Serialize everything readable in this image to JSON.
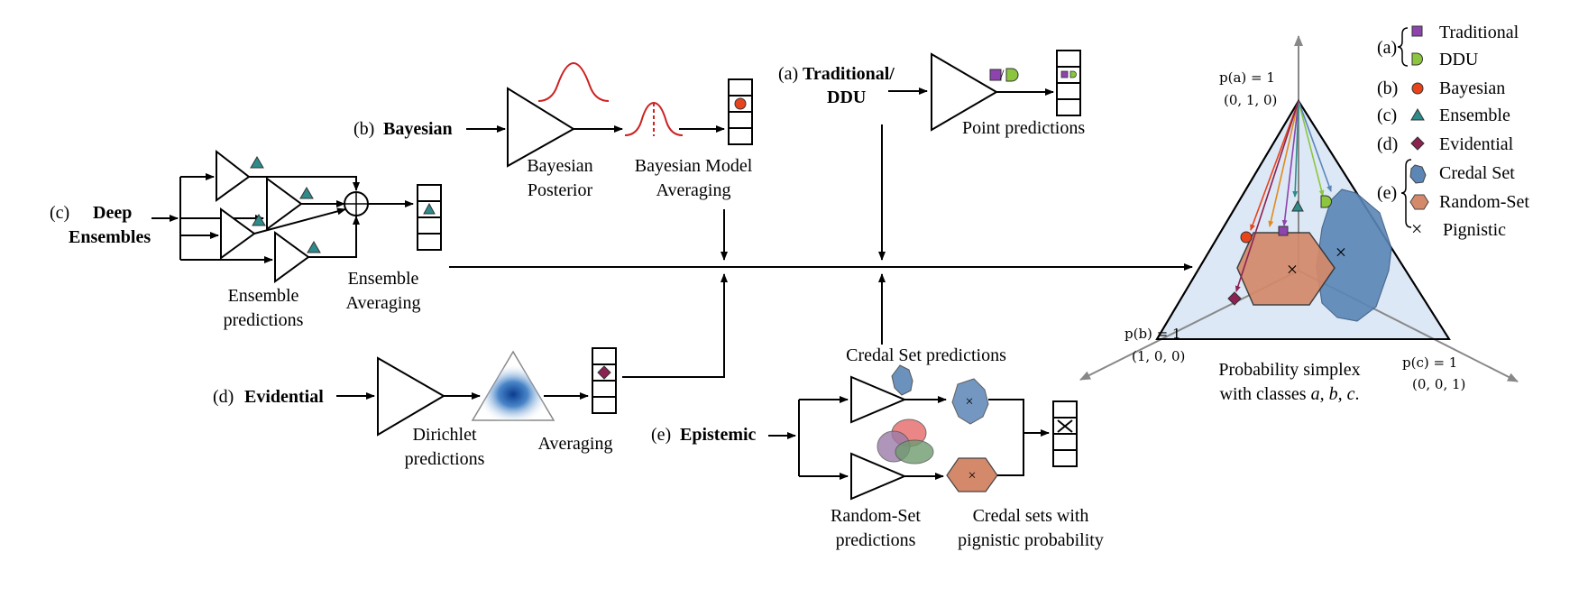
{
  "colors": {
    "traditional": "#8e44ad",
    "ddu": "#8cc63f",
    "bayesian": "#e8431a",
    "ensemble": "#2e8b8b",
    "evidential": "#8b2252",
    "credal": "#5b86b6",
    "random_set": "#d4896a",
    "simplex_fill": "#dce8f6",
    "gaussian": "#cc2222"
  },
  "icons": [
    "square-icon",
    "half-disc-icon",
    "circle-icon",
    "triangle-icon",
    "diamond-icon",
    "polygon-icon",
    "hexagon-icon",
    "cross-icon"
  ],
  "labels": {
    "a_tag": "(a)",
    "a_title": "Traditional/",
    "a_title2": "DDU",
    "a_point": "Point predictions",
    "b_tag": "(b)",
    "b_title": "Bayesian",
    "b_posterior1": "Bayesian",
    "b_posterior2": "Posterior",
    "b_bma1": "Bayesian Model",
    "b_bma2": "Averaging",
    "c_tag": "(c)",
    "c_title1": "Deep",
    "c_title2": "Ensembles",
    "c_preds1": "Ensemble",
    "c_preds2": "predictions",
    "c_avg1": "Ensemble",
    "c_avg2": "Averaging",
    "d_tag": "(d)",
    "d_title": "Evidential",
    "d_dir1": "Dirichlet",
    "d_dir2": "predictions",
    "d_avg": "Averaging",
    "e_tag": "(e)",
    "e_title": "Epistemic",
    "e_credal_preds": "Credal Set predictions",
    "e_rs1": "Random-Set",
    "e_rs2": "predictions",
    "e_cs1": "Credal sets with",
    "e_cs2": "pignistic probability"
  },
  "simplex": {
    "pa": "p(a) = 1",
    "pa_coord": "(0, 1, 0)",
    "pb": "p(b) = 1",
    "pb_coord": "(1, 0, 0)",
    "pc": "p(c) = 1",
    "pc_coord": "(0, 0, 1)",
    "caption1": "Probability simplex",
    "caption2a": "with classes ",
    "caption2b": "a, b, c",
    "caption2c": "."
  },
  "legend": {
    "a_tag": "(a)",
    "traditional": "Traditional",
    "ddu": "DDU",
    "b_tag": "(b)",
    "bayesian": "Bayesian",
    "c_tag": "(c)",
    "ensemble": "Ensemble",
    "d_tag": "(d)",
    "evidential": "Evidential",
    "e_tag": "(e)",
    "credal": "Credal Set",
    "random_set": "Random-Set",
    "pignistic": "Pignistic"
  }
}
